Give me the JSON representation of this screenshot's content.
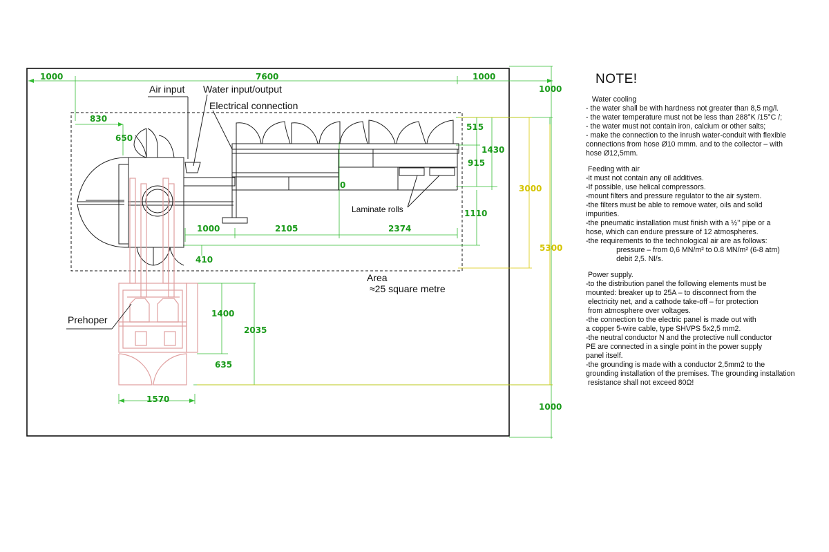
{
  "dimensions": {
    "d1000_left": "1000",
    "d7600": "7600",
    "d1000_right": "1000",
    "d1000_top_right": "1000",
    "d830": "830",
    "d650": "650",
    "d515": "515",
    "d1430": "1430",
    "d915": "915",
    "d3000": "3000",
    "d1110": "1110",
    "d1000_mid": "1000",
    "d2105": "2105",
    "d2374": "2374",
    "d5300": "5300",
    "d410": "410",
    "d1400": "1400",
    "d2035": "2035",
    "d635": "635",
    "d1570": "1570",
    "d1000_bottom": "1000",
    "d0": "0"
  },
  "labels": {
    "air_input": "Air input",
    "water_io": "Water input/output",
    "electrical": "Electrical connection",
    "laminate": "Laminate rolls",
    "prehoper": "Prehoper",
    "area_1": "Area",
    "area_2": "≈25 square metre"
  },
  "notes": {
    "title": "NOTE!",
    "sections": [
      {
        "lines": [
          "   Water cooling",
          "- the water shall be with hardness not greater than 8,5 mg/l.",
          "- the water temperature must not be less than 288°K /15°C /;",
          "- the water must not contain iron, calcium or other salts;",
          "- make the connection to the inrush water-conduit with flexible",
          "connections from hose Ø10 mmm. and to the collector – with",
          "hose Ø12,5mm."
        ]
      },
      {
        "lines": [
          " Feeding with air",
          "-it must not contain any oil additives.",
          "-If possible, use helical compressors.",
          "-mount filters and pressure regulator to the air system.",
          "-the filters must be able to remove water, oils and solid",
          "impurities.",
          "-the pneumatic installation must finish with a ½’’ pipe or a",
          "hose, which can endure pressure of 12 atmospheres.",
          "-the requirements to the technological air are as follows:",
          "               pressure – from 0,6 MN/m² to 0.8 MN/m² (6-8 atm)",
          "               debit 2,5. Nl/s."
        ]
      },
      {
        "lines": [
          " Power supply.",
          "-to the distribution panel the following elements must be",
          "mounted: breaker up to 25A – to disconnect from the",
          " electricity net, and a cathode take-off – for protection",
          " from atmosphere over voltages.",
          "-the connection to the electric panel is made out with",
          "a copper 5-wire cable, type SHVPS 5x2,5 mm2.",
          "-the neutral conductor N and the protective null conductor",
          "PE are connected in a single point in the power supply",
          "panel itself.",
          "-the grounding is made with a conductor 2,5mm2 to the",
          "grounding installation of the premises. The grounding installation",
          " resistance shall not exceed 80Ω!"
        ]
      }
    ]
  },
  "colors": {
    "dimension_text": "#1a9a1a",
    "dimension_line": "#33bb33",
    "dimension_highlight": "#d4c400",
    "prehoper": "#e0a0a0",
    "outline": "#222222"
  }
}
